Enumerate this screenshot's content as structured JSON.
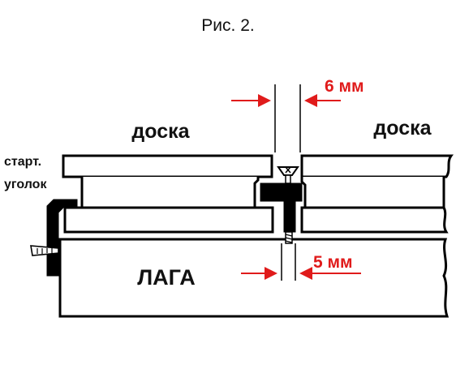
{
  "title": "Рис. 2.",
  "labels": {
    "board_left": "доска",
    "board_right": "доска",
    "start_corner_line1": "старт.",
    "start_corner_line2": "уголок",
    "joist": "ЛАГА"
  },
  "dimensions": {
    "gap": "6 мм",
    "fastener": "5 мм"
  },
  "colors": {
    "line": "#000000",
    "dimension": "#e01b1b",
    "background": "#ffffff"
  }
}
